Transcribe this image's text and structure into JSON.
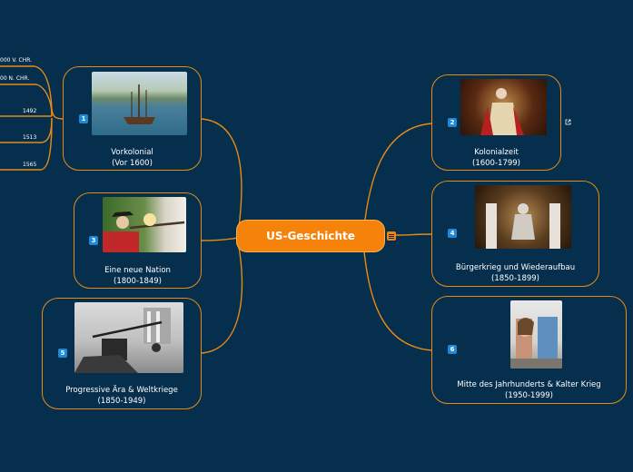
{
  "central_topic": "US-Geschichte",
  "nodes": [
    {
      "number": "1",
      "title": "Vorkolonial",
      "subtitle": "(Vor 1600)",
      "image": "sailing-ship-photo"
    },
    {
      "number": "2",
      "title": "Kolonialzeit",
      "subtitle": "(1600-1799)",
      "image": "king-portrait-painting"
    },
    {
      "number": "3",
      "title": "Eine neue Nation",
      "subtitle": "(1800-1849)",
      "image": "musket-firing-photo"
    },
    {
      "number": "4",
      "title": "Bürgerkrieg und Wiederaufbau",
      "subtitle": "(1850-1899)",
      "image": "lincoln-memorial-photo"
    },
    {
      "number": "5",
      "title": "Progressive Ära & Weltkriege",
      "subtitle": "(1850-1949)",
      "image": "anti-aircraft-gun-photo"
    },
    {
      "number": "6",
      "title": "Mitte des Jahrhunderts & Kalter Krieg",
      "subtitle": "(1950-1999)",
      "image": "berlin-wall-photo"
    }
  ],
  "subtopics": [
    "000 V. CHR.",
    "00 N. CHR.",
    "1492",
    "1513",
    "1565"
  ],
  "colors": {
    "background": "#062f4d",
    "accent": "#f5830b",
    "border": "#e98a13",
    "badge": "#1e88d9"
  }
}
